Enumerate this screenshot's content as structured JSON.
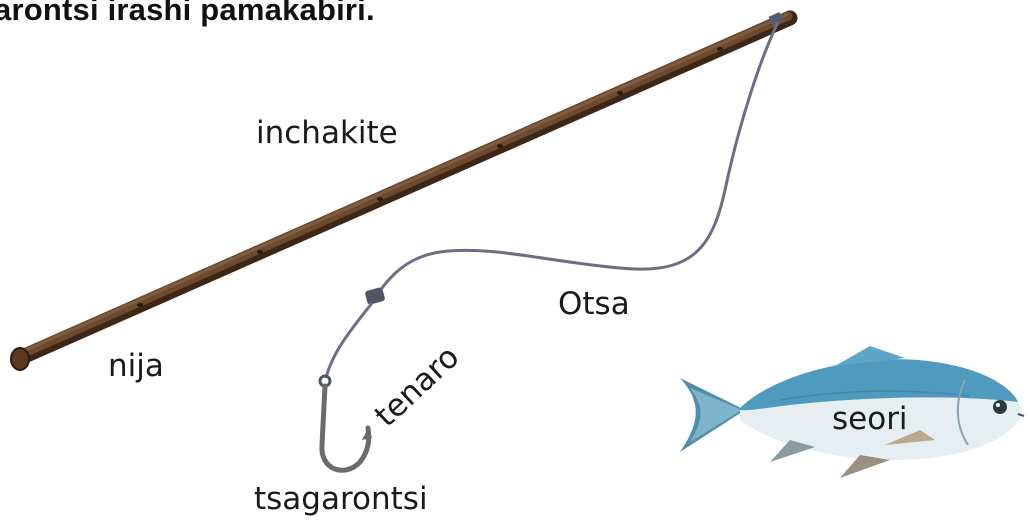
{
  "heading": "arontsi irashi pamakabiri.",
  "labels": {
    "inchakite": "inchakite",
    "nija": "nija",
    "otsa": "Otsa",
    "tenaro": "tenaro",
    "tsagarontsi": "tsagarontsi",
    "seori": "seori"
  },
  "colors": {
    "rod": "#5a3a22",
    "rod_highlight": "#8a6545",
    "line": "#6a6f86",
    "hook": "#6b6b6b",
    "fish_back": "#4f9bbd",
    "fish_belly": "#e8eef2",
    "fish_fin": "#7fb3c9"
  }
}
